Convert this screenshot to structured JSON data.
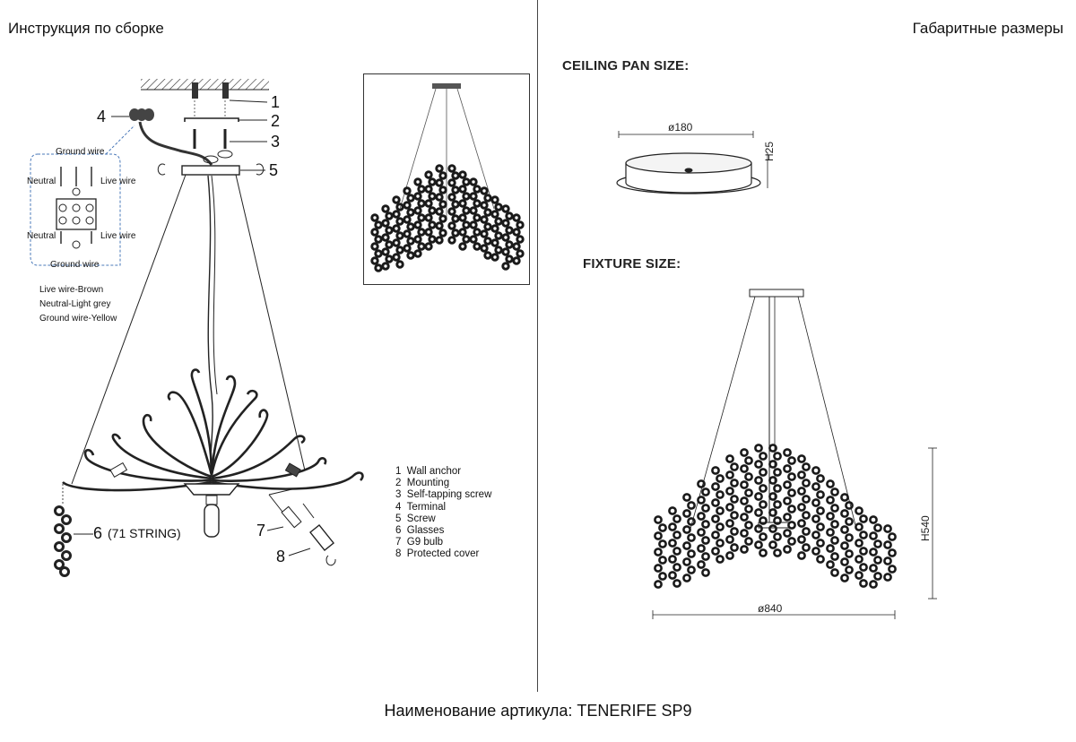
{
  "headings": {
    "left": "Инструкция по сборке",
    "right": "Габаритные размеры"
  },
  "footer": {
    "article": "Наименование артикула: TENERIFE SP9"
  },
  "right": {
    "ceiling_pan_label": "CEILING PAN SIZE:",
    "fixture_label": "FIXTURE SIZE:",
    "pan_diameter": "ø180",
    "pan_height": "H25",
    "fixture_diameter": "ø840",
    "fixture_height": "H540"
  },
  "wiring": {
    "ground_top": "Ground wire",
    "neutral_top": "Neutral",
    "live_top": "Live wire",
    "neutral_bottom": "Neutral",
    "live_bottom": "Live wire",
    "ground_bottom": "Ground wire",
    "color_notes": [
      "Live wire-Brown",
      "Neutral-Light grey",
      "Ground wire-Yellow"
    ]
  },
  "callouts": {
    "c1": "1",
    "c2": "2",
    "c3": "3",
    "c4": "4",
    "c5": "5",
    "c6": "6",
    "c6_note": "(71 STRING)",
    "c7": "7",
    "c8": "8"
  },
  "parts_legend": [
    "1  Wall anchor",
    "2  Mounting",
    "3  Self-tapping screw",
    "4  Terminal",
    "5  Screw",
    "6  Glasses",
    "7  G9 bulb",
    "8  Protected cover"
  ],
  "icons": [
    "screw-icon",
    "terminal-block-icon",
    "rotate-arrow-icon",
    "crystal-string-icon",
    "bulb-icon"
  ]
}
